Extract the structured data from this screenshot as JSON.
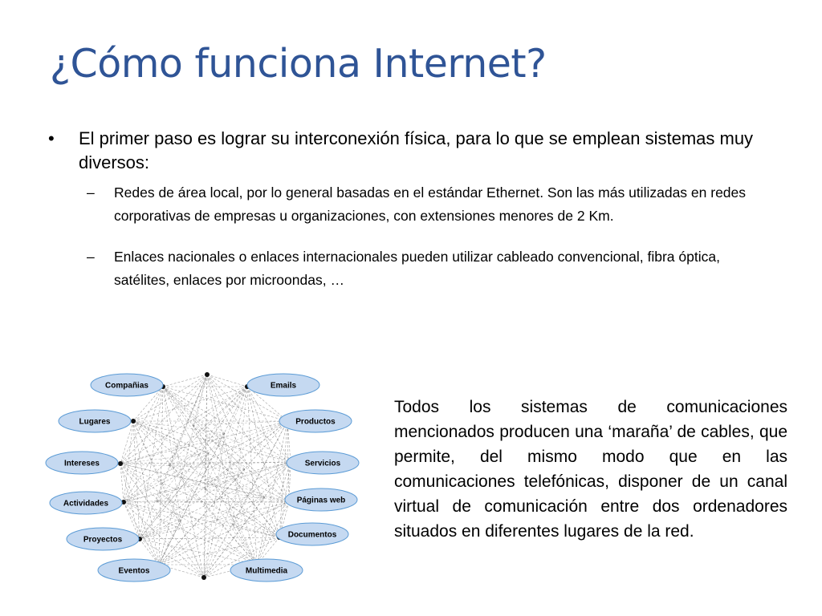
{
  "slide": {
    "title": "¿Cómo funciona Internet?",
    "bullet_symbol": "•",
    "sub_symbol": "–",
    "bullet1": "El primer paso es lograr su interconexión física, para lo que se emplean sistemas muy diversos:",
    "sub1": "Redes de área local, por lo general basadas en el estándar Ethernet. Son las más utilizadas en redes corporativas de empresas u organizaciones, con extensiones menores de 2 Km.",
    "sub2": "Enlaces nacionales o enlaces internacionales pueden utilizar cableado convencional, fibra óptica, satélites, enlaces por microondas, …",
    "side_text": "Todos los sistemas de comunicaciones mencionados producen una ‘maraña’ de cables, que permite, del mismo modo que en las comunicaciones telefónicas, disponer de un canal virtual de comunicación entre dos ordenadores situados en diferentes lugares de la red."
  },
  "diagram": {
    "node_color": "#c5d9f1",
    "node_stroke": "#5b9bd5",
    "line_color": "#555555",
    "left_nodes": [
      "Compañias",
      "Lugares",
      "Intereses",
      "Actividades",
      "Proyectos",
      "Eventos"
    ],
    "right_nodes": [
      "Emails",
      "Productos",
      "Servicios",
      "Páginas web",
      "Documentos",
      "Multimedia"
    ]
  }
}
